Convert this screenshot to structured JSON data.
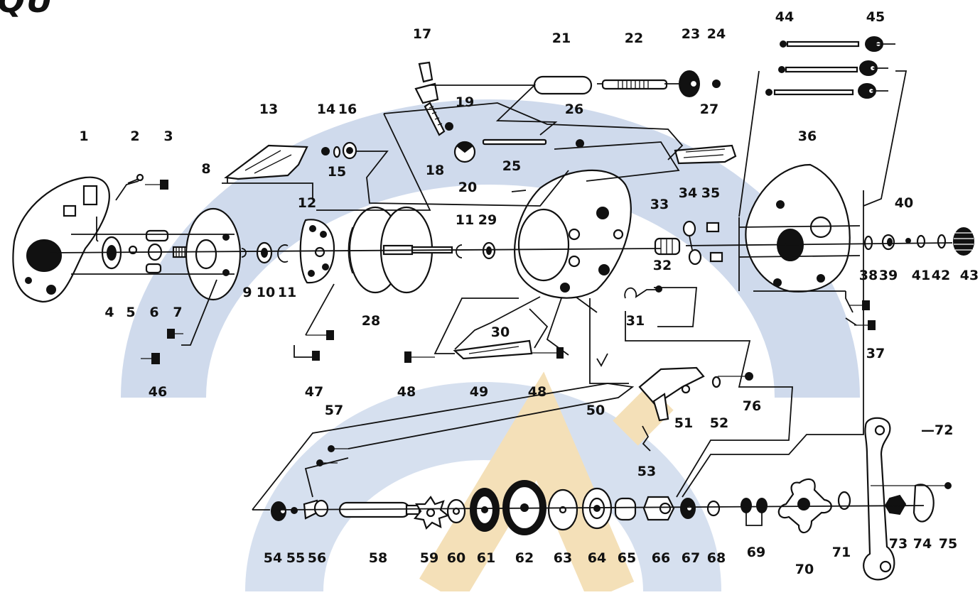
{
  "diagram": {
    "title_fragment": "QU",
    "part_numbers": [
      "1",
      "2",
      "3",
      "4",
      "5",
      "6",
      "7",
      "8",
      "9",
      "10",
      "11",
      "12",
      "13",
      "14",
      "15",
      "16",
      "17",
      "18",
      "19",
      "20",
      "21",
      "22",
      "23",
      "24",
      "25",
      "26",
      "27",
      "28",
      "29",
      "30",
      "31",
      "32",
      "33",
      "34",
      "35",
      "36",
      "37",
      "38",
      "39",
      "40",
      "41",
      "42",
      "43",
      "44",
      "45",
      "46",
      "47",
      "48",
      "49",
      "50",
      "51",
      "52",
      "53",
      "54",
      "55",
      "56",
      "57",
      "58",
      "59",
      "60",
      "61",
      "62",
      "63",
      "64",
      "65",
      "66",
      "67",
      "68",
      "69",
      "70",
      "71",
      "72",
      "73",
      "74",
      "75",
      "76"
    ],
    "repeated_labels": {
      "11_second": "11",
      "48_second": "48"
    },
    "watermark_colors": {
      "blue": "#c9d6ea",
      "orange": "#f3dcae"
    }
  }
}
